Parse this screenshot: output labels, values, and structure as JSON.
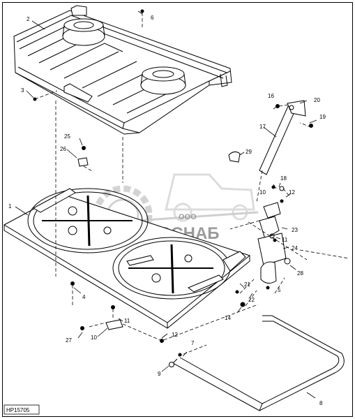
{
  "figure_id": "HP15705",
  "watermark": {
    "small": "ООО",
    "brand": "АГРОСНАБ"
  },
  "callouts": [
    "1",
    "2",
    "3",
    "4",
    "5",
    "6",
    "7",
    "8",
    "9",
    "10",
    "10",
    "11",
    "11",
    "12",
    "12",
    "14",
    "16",
    "17",
    "18",
    "19",
    "20",
    "21",
    "22",
    "23",
    "24",
    "25",
    "26",
    "27",
    "28",
    "29"
  ],
  "colors": {
    "line": "#000000",
    "paper": "#ffffff",
    "watermark": "#9a9a9a"
  }
}
